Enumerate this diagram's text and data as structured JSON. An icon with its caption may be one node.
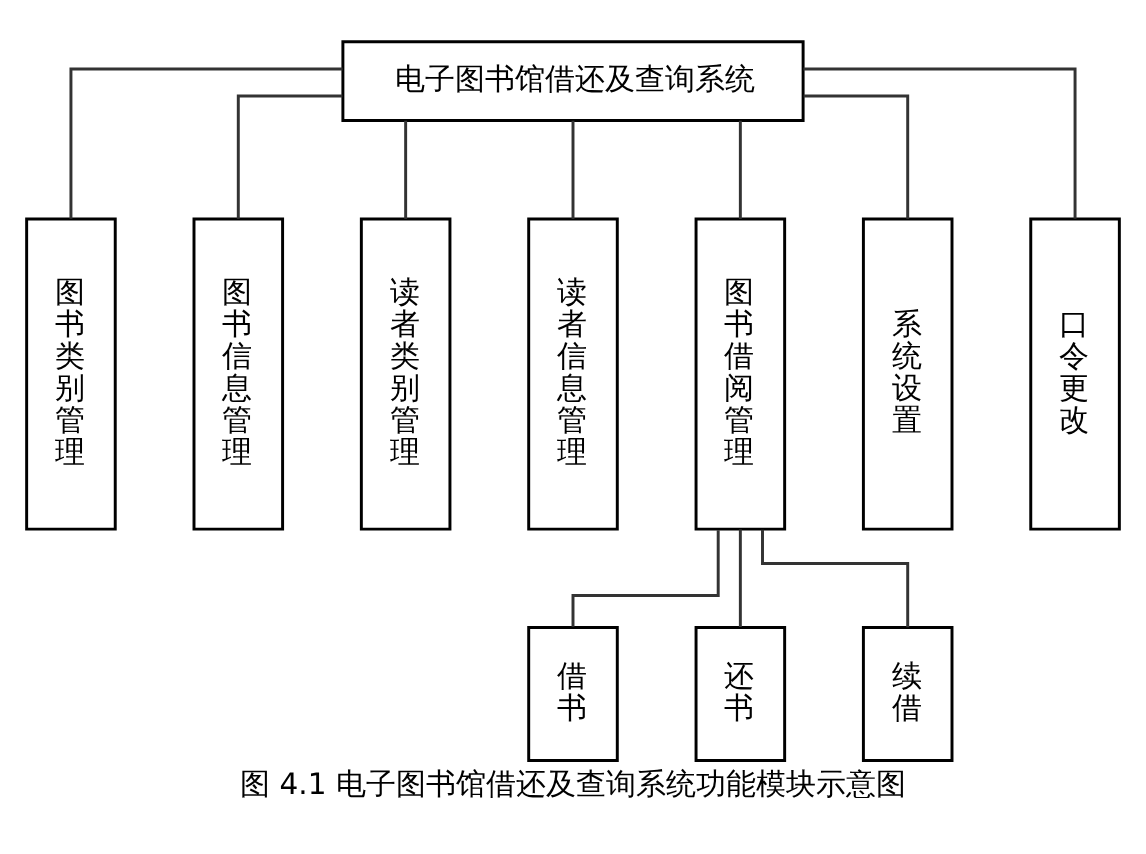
{
  "diagram": {
    "caption": "图 4.1 电子图书馆借还及查询系统功能模块示意图",
    "nodes": [
      {
        "text": [
          "电子图书馆借还及查询系统"
        ]
      },
      {
        "text": [
          "图书类别管理"
        ]
      },
      {
        "text": [
          "图书信息管理"
        ]
      },
      {
        "text": [
          "读者类别管理"
        ]
      },
      {
        "text": [
          "读者信息管理"
        ]
      },
      {
        "text": [
          "图书借阅管理"
        ]
      },
      {
        "text": [
          "系统设置"
        ]
      },
      {
        "text": [
          "口令更改"
        ]
      },
      {
        "text": [
          "借书"
        ]
      },
      {
        "text": [
          "还书"
        ]
      },
      {
        "text": [
          "续借"
        ]
      }
    ],
    "edges": [
      {
        "from": 0,
        "to": 1,
        "arrow": "none"
      },
      {
        "from": 0,
        "to": 2,
        "arrow": "none"
      },
      {
        "from": 0,
        "to": 3,
        "arrow": "none"
      },
      {
        "from": 0,
        "to": 4,
        "arrow": "none"
      },
      {
        "from": 0,
        "to": 5,
        "arrow": "none"
      },
      {
        "from": 0,
        "to": 6,
        "arrow": "none"
      },
      {
        "from": 0,
        "to": 7,
        "arrow": "none"
      },
      {
        "from": 5,
        "to": 8,
        "arrow": "none"
      },
      {
        "from": 5,
        "to": 9,
        "arrow": "none"
      },
      {
        "from": 5,
        "to": 10,
        "arrow": "none"
      }
    ]
  }
}
